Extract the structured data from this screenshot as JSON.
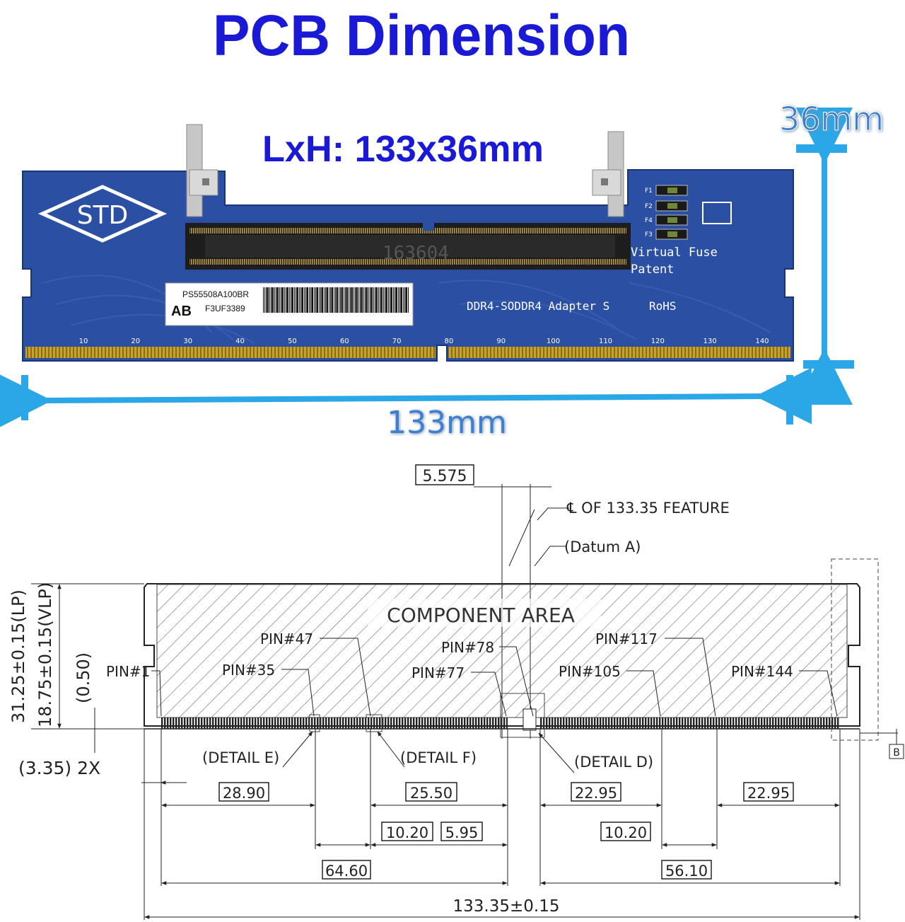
{
  "header": {
    "title": "PCB Dimension",
    "size_label": "LxH: 133x36mm"
  },
  "photo": {
    "height_label": "36mm",
    "width_label": "133mm",
    "logo_text": "STD",
    "silkscreen": {
      "virtual_fuse": "Virtual Fuse",
      "patent": "Patent",
      "adapter_name": "DDR4-SODDR4 Adapter S",
      "rohs": "RoHS",
      "chip_code": "163604",
      "fuses": [
        "F1",
        "F2",
        "F3",
        "F4"
      ],
      "barcode_line1": "PS55508A100BR",
      "barcode_ab": "AB",
      "barcode_line2": "F3UF3389",
      "pin_scale": [
        "10",
        "20",
        "30",
        "40",
        "50",
        "60",
        "70",
        "80",
        "90",
        "100",
        "110",
        "120",
        "130",
        "140"
      ]
    }
  },
  "drawing": {
    "top_dim": "5.575",
    "centerline_note": "℄ OF 133.35 FEATURE",
    "datum_note": "(Datum A)",
    "component_area": "COMPONENT AREA",
    "left_dim_lp": "31.25±0.15(LP)",
    "left_dim_vlp": "18.75±0.15(VLP)",
    "left_dim_small": "(0.50)",
    "notch_note": "(3.35) 2X",
    "datum_b": "B",
    "pins": {
      "pin1": "PIN#1",
      "pin35": "PIN#35",
      "pin47": "PIN#47",
      "pin77": "PIN#77",
      "pin78": "PIN#78",
      "pin105": "PIN#105",
      "pin117": "PIN#117",
      "pin144": "PIN#144"
    },
    "details": {
      "e": "(DETAIL E)",
      "f": "(DETAIL F)",
      "d": "(DETAIL D)"
    },
    "dims": {
      "d2890": "28.90",
      "d2550": "25.50",
      "d2295a": "22.95",
      "d2295b": "22.95",
      "d1020a": "10.20",
      "d595": "5.95",
      "d1020b": "10.20",
      "d6460": "64.60",
      "d5610": "56.10",
      "total": "133.35±0.15"
    }
  },
  "colors": {
    "title_blue": "#1a1ad6",
    "pcb_blue": "#2b4fa3",
    "pcb_dark": "#1f3f8c",
    "gold": "#c9a227",
    "arrow_cyan": "#2aa7e6",
    "label_blue": "#3c7fd0"
  }
}
